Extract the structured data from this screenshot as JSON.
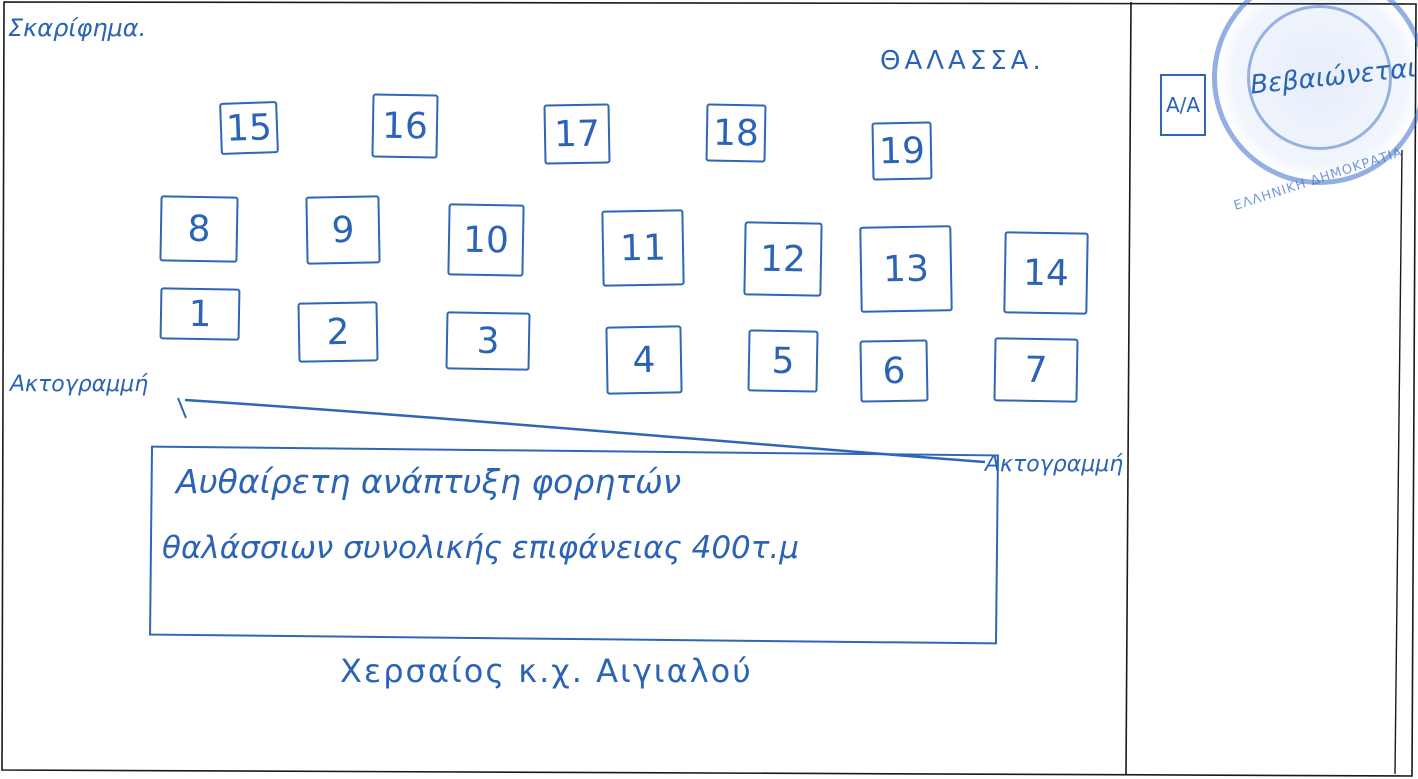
{
  "sketch_title": "Σκαρίφημα.",
  "sea_label": "ΘΑΛΑΣΣΑ.",
  "shoreline_left": "Ακτογραμμή",
  "shoreline_right": "Ακτογραμμή",
  "aa_label": "Α/Α",
  "stamp_signature": "Βεβαιώνεται",
  "seal_text": "ΕΛΛΗΝΙΚΗ ΔΗΜΟΚΡΑΤΙΑ",
  "slots": [
    {
      "label": "15"
    },
    {
      "label": "16"
    },
    {
      "label": "17"
    },
    {
      "label": "18"
    },
    {
      "label": "19"
    },
    {
      "label": "8"
    },
    {
      "label": "9"
    },
    {
      "label": "10"
    },
    {
      "label": "11"
    },
    {
      "label": "12"
    },
    {
      "label": "13"
    },
    {
      "label": "14"
    },
    {
      "label": "1"
    },
    {
      "label": "2"
    },
    {
      "label": "3"
    },
    {
      "label": "4"
    },
    {
      "label": "5"
    },
    {
      "label": "6"
    },
    {
      "label": "7"
    }
  ],
  "note": {
    "line1": "Αυθαίρετη ανάπτυξη φορητών",
    "line2": "θαλάσσιων συνολικής επιφάνειας 400τ.μ"
  },
  "land_label": "Χερσαίος κ.χ. Αιγιαλού",
  "colors": {
    "ink": "#2b63b5",
    "frame": "#1a1a1a",
    "stamp": "#3c6ec8"
  }
}
